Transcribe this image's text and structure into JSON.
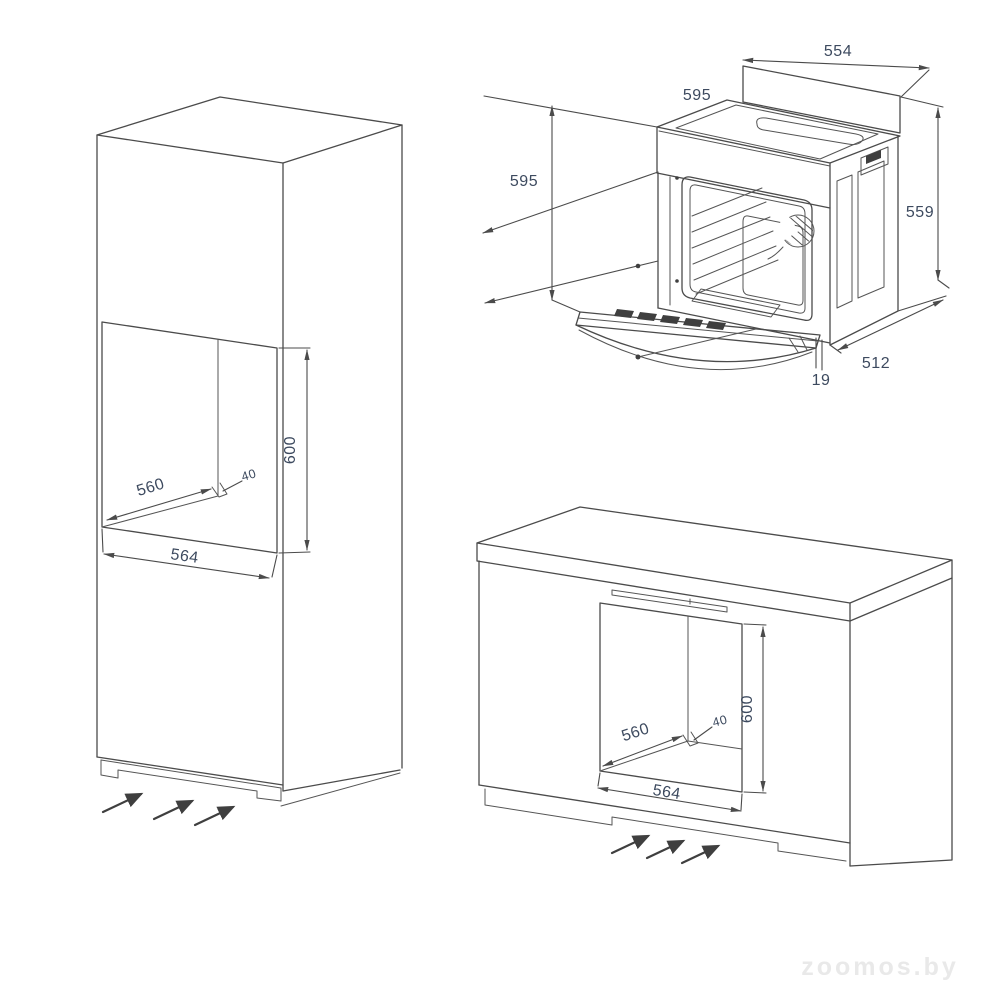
{
  "page": {
    "background": "#ffffff",
    "watermark": "zoomos.by"
  },
  "colors": {
    "line": "#4b4b4b",
    "dim_text": "#3d4a5f",
    "watermark": "#e9e9e9"
  },
  "views": {
    "tall_cabinet": {
      "title": "tall-housing-cutout-view",
      "dims": {
        "niche_depth": "560",
        "rear_clearance": "40",
        "niche_width": "564",
        "niche_height": "600"
      }
    },
    "oven": {
      "title": "built-in-oven-view",
      "dims": {
        "top_width": "554",
        "top_depth": "595",
        "front_height": "595",
        "side_height": "559",
        "bottom_depth": "512",
        "door_clearance": "19"
      }
    },
    "base_cabinet": {
      "title": "base-cabinet-cutout-view",
      "dims": {
        "niche_depth": "560",
        "rear_clearance": "40",
        "niche_width": "564",
        "niche_height": "600"
      }
    }
  }
}
